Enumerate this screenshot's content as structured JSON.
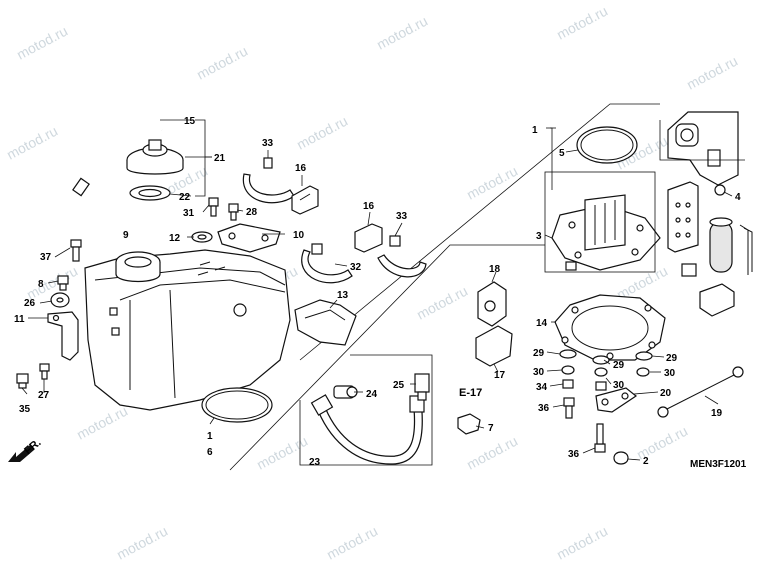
{
  "watermark": "motod.ru",
  "diagram_code": "MEN3F1201",
  "direction_label": "FR.",
  "ref_label": "E-17",
  "callouts": {
    "c1": "1",
    "c1b": "1",
    "c2": "2",
    "c3": "3",
    "c4": "4",
    "c5": "5",
    "c6": "6",
    "c7": "7",
    "c8": "8",
    "c9": "9",
    "c10": "10",
    "c11": "11",
    "c12": "12",
    "c13": "13",
    "c14": "14",
    "c15": "15",
    "c16a": "16",
    "c16b": "16",
    "c17": "17",
    "c18": "18",
    "c19": "19",
    "c20": "20",
    "c21": "21",
    "c22": "22",
    "c23": "23",
    "c24": "24",
    "c25": "25",
    "c26": "26",
    "c27": "27",
    "c28": "28",
    "c29a": "29",
    "c29b": "29",
    "c29c": "29",
    "c30a": "30",
    "c30b": "30",
    "c30c": "30",
    "c31": "31",
    "c32": "32",
    "c33a": "33",
    "c33b": "33",
    "c34": "34",
    "c35": "35",
    "c36a": "36",
    "c36b": "36",
    "c37": "37"
  }
}
